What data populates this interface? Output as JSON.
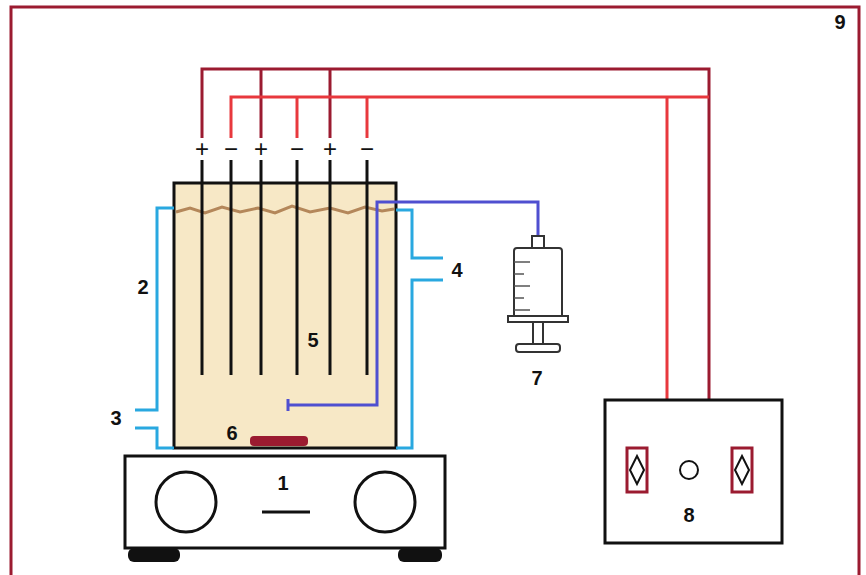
{
  "diagram": {
    "labels": [
      "+",
      "−",
      "+",
      "−",
      "+",
      "−",
      "1",
      "2",
      "3",
      "4",
      "5",
      "6",
      "7",
      "8",
      "9"
    ]
  }
}
